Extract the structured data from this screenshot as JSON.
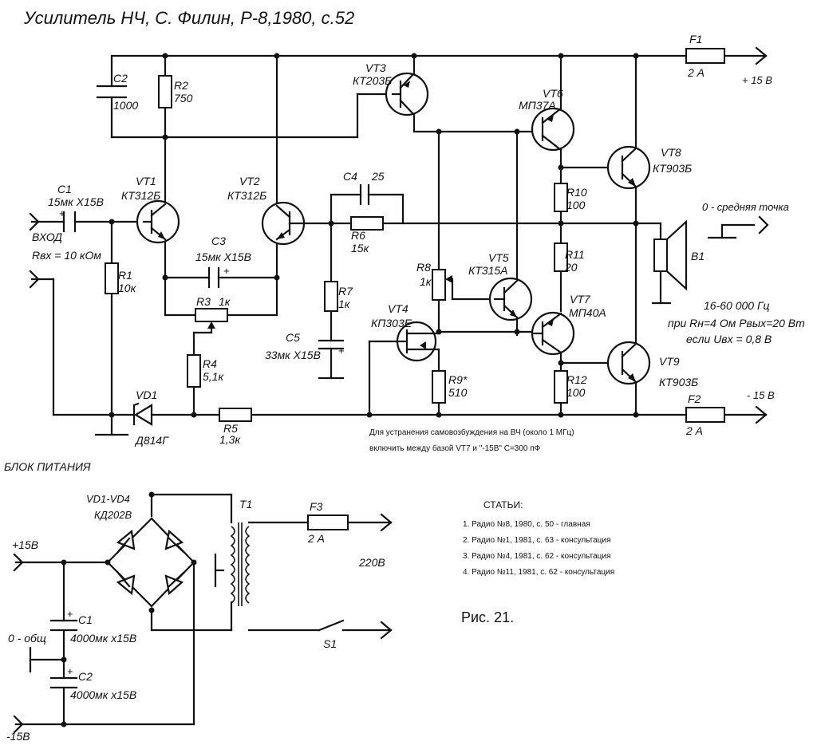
{
  "title": "Усилитель НЧ, С. Филин, Р-8,1980, с.52",
  "labels": {
    "c2": "C2",
    "c2v": "1000",
    "r2": "R2",
    "r2v": "750",
    "vt3": "VT3",
    "vt3t": "КТ203Б",
    "vt6": "VT6",
    "vt6t": "МП37А",
    "f1": "F1",
    "f1v": "2 А",
    "p15": "+ 15 В",
    "vt8": "VT8",
    "vt8t": "КТ903Б",
    "vt1": "VT1",
    "vt1t": "КТ312Б",
    "vt2": "VT2",
    "vt2t": "КТ312Б",
    "c4": "C4",
    "c4v": "25",
    "r10": "R10",
    "r10v": "100",
    "c1": "C1",
    "c1v": "15мк Х15В",
    "mid": "0 - средняя точка",
    "vhod": "ВХОД",
    "rvx": "Rвх = 10 кОм",
    "r6": "R6",
    "r6v": "15к",
    "r1": "R1",
    "r1v": "10к",
    "c3": "C3",
    "c3v": "15мк Х15В",
    "r8": "R8",
    "r8v": "1к",
    "vt5": "VT5",
    "vt5t": "КТ315А",
    "r11": "R11",
    "r11v": "20",
    "b1": "B1",
    "r7": "R7",
    "r7v": "1к",
    "r3": "R3",
    "r3v": "1к",
    "vt7": "VT7",
    "vt7t": "МП40А",
    "spec1": "16-60 000 Гц",
    "spec2": "при Rн=4 Ом Рвых=20 Вт",
    "spec3": "если Uвх = 0,8 В",
    "vt4": "VT4",
    "vt4t": "КП303Е",
    "c5": "C5",
    "c5v": "33мк Х15В",
    "r4": "R4",
    "r4v": "5,1к",
    "vt9": "VT9",
    "vt9t": "КТ903Б",
    "r12": "R12",
    "r12v": "100",
    "r9": "R9*",
    "r9v": "510",
    "vd1": "VD1",
    "vd1t": "Д814Г",
    "r5": "R5",
    "r5v": "1,3к",
    "f2": "F2",
    "f2v": "2 А",
    "m15": "- 15 В",
    "note1": "Для устранения самовозбуждения на ВЧ (около 1 МГц)",
    "note2": "включить между базой VT7 и \"-15В\" С=300 пФ",
    "psu": "БЛОК ПИТАНИЯ",
    "bridge": "VD1-VD4",
    "bridget": "КД202В",
    "t1": "T1",
    "f3": "F3",
    "f3v": "2 А",
    "v220": "220В",
    "p15b": "+15В",
    "pc1": "C1",
    "pc1v": "4000мк х15В",
    "gnd": "0 - общ",
    "pc2": "C2",
    "pc2v": "4000мк х15В",
    "m15b": "-15В",
    "s1": "S1",
    "fig": "Рис. 21."
  },
  "articles": {
    "heading": "СТАТЬИ:",
    "items": [
      "1. Радио №8, 1980, с. 50 - главная",
      "2. Радио №1, 1981, с. 63 - консультация",
      "3. Радио №4, 1981, с. 62 - консультация",
      "4. Радио №11, 1981, с. 62 - консультация"
    ]
  }
}
